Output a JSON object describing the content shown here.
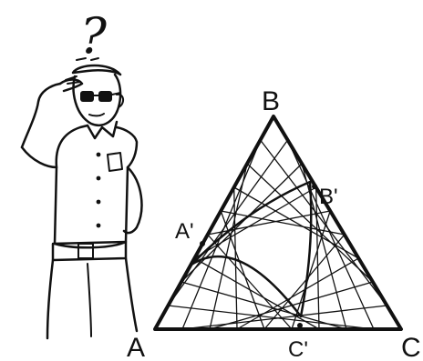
{
  "labels": {
    "vertex_a": "A",
    "vertex_b": "B",
    "vertex_c": "C",
    "point_a_prime": "A'",
    "point_b_prime": "B'",
    "point_c_prime": "C'",
    "question_mark": "?"
  },
  "colors": {
    "ink": "#111111",
    "paper": "#ffffff"
  }
}
